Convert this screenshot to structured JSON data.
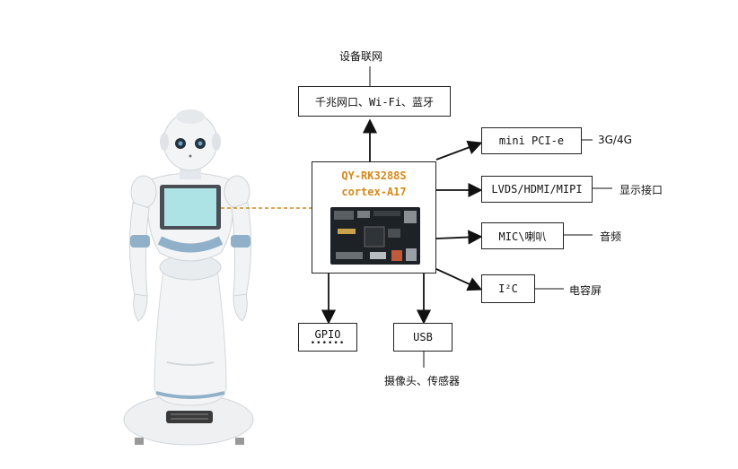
{
  "top": {
    "caption": "设备联网",
    "network_box": "千兆网口、Wi-Fi、蓝牙"
  },
  "board": {
    "model": "QY-RK3288S",
    "cpu": "cortex-A17"
  },
  "right": [
    {
      "box": "mini PCI-e",
      "label": "3G/4G"
    },
    {
      "box": "LVDS/HDMI/MIPI",
      "label": "显示接口"
    },
    {
      "box": "MIC\\喇叭",
      "label": "音频"
    },
    {
      "box": "I²C",
      "label": "电容屏"
    }
  ],
  "bottom": {
    "gpio": "GPIO",
    "usb": "USB",
    "usb_caption": "摄像头、传感器"
  },
  "colors": {
    "accent": "#d4891a",
    "line": "#111111",
    "robot_blue": "#8fb0c8",
    "screen": "#aee3e6"
  }
}
